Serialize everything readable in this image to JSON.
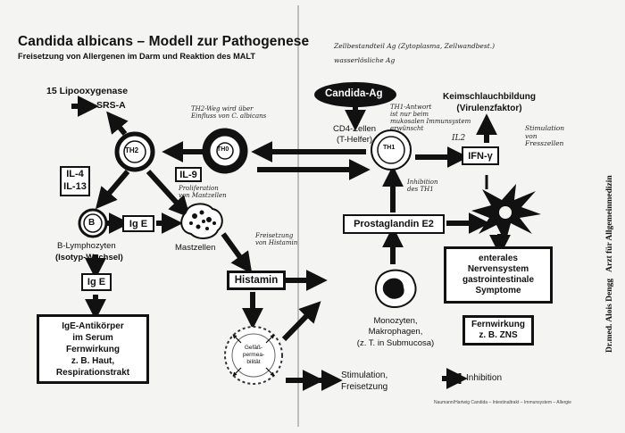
{
  "title": "Candida albicans – Modell zur Pathogenese",
  "subtitle": "Freisetzung von Allergenen im Darm und Reaktion des MALT",
  "side_text": {
    "author": "Dr.med. Alois Dengg",
    "role": "Arzt für Allgemeinmedizin"
  },
  "labels": {
    "lipooxygenase": "15 Lipooxygenase",
    "srsa": "SRS-A",
    "th2": "TH2",
    "th0": "TH0",
    "il4": "IL-4",
    "il13": "IL-13",
    "il9": "IL-9",
    "b": "B",
    "ige_mid": "Ig E",
    "blymph": "B-Lymphozyten",
    "isotyp": "(Isotyp-Wechsel)",
    "ige_lower": "Ig E",
    "ige_box": [
      "IgE-Antikörper",
      "im Serum",
      "Fernwirkung",
      "z. B. Haut,",
      "Respirationstrakt"
    ],
    "mastzellen": "Mastzellen",
    "histamin": "Histamin",
    "gefaess": [
      "Gefäß-",
      "permea-",
      "bilität"
    ],
    "candida_ag": "Candida-Ag",
    "cd4": [
      "CD4-Zellen",
      "(T-Helfer)"
    ],
    "th1": "TH1",
    "keimschlauch": [
      "Keimschlauchbildung",
      "(Virulenzfaktor)"
    ],
    "ifn": "IFN-γ",
    "prostaglandin": "Prostaglandin E2",
    "enterales": [
      "enterales",
      "Nervensystem",
      "gastrointestinale",
      "Symptome"
    ],
    "fernwirkung": [
      "Fernwirkung",
      "z. B. ZNS"
    ],
    "monozyten": [
      "Monozyten,",
      "Makrophagen,",
      "(z. T. in Submucosa)"
    ],
    "stimulation": [
      "Stimulation,",
      "Freisetzung"
    ],
    "inhibition": "Inhibition",
    "il2": "IL2",
    "footer": "Naumann/Hartwig Candida – Intestinaltrakt – Immunsystem – Allergie"
  },
  "handwriting": {
    "top1": "Zellbestandteil Ag (Zytoplasma, Zellwandbest.)",
    "top2": "wasserlösliche Ag",
    "th2_note": "TH2-Weg wird über\nEinfluss von C. albicans",
    "il9_note": "Proliferation\nvon Mastzellen",
    "th1_note": "TH1-Antwort\nist nur beim\nmukosalen Immunsystem\nerwünscht",
    "ifn_note": "Stimulation\nvon\nFresszellen",
    "inhib_note": "Inhibition\ndes TH1",
    "mast_note": "Freisetzung\nvon Histamin"
  }
}
